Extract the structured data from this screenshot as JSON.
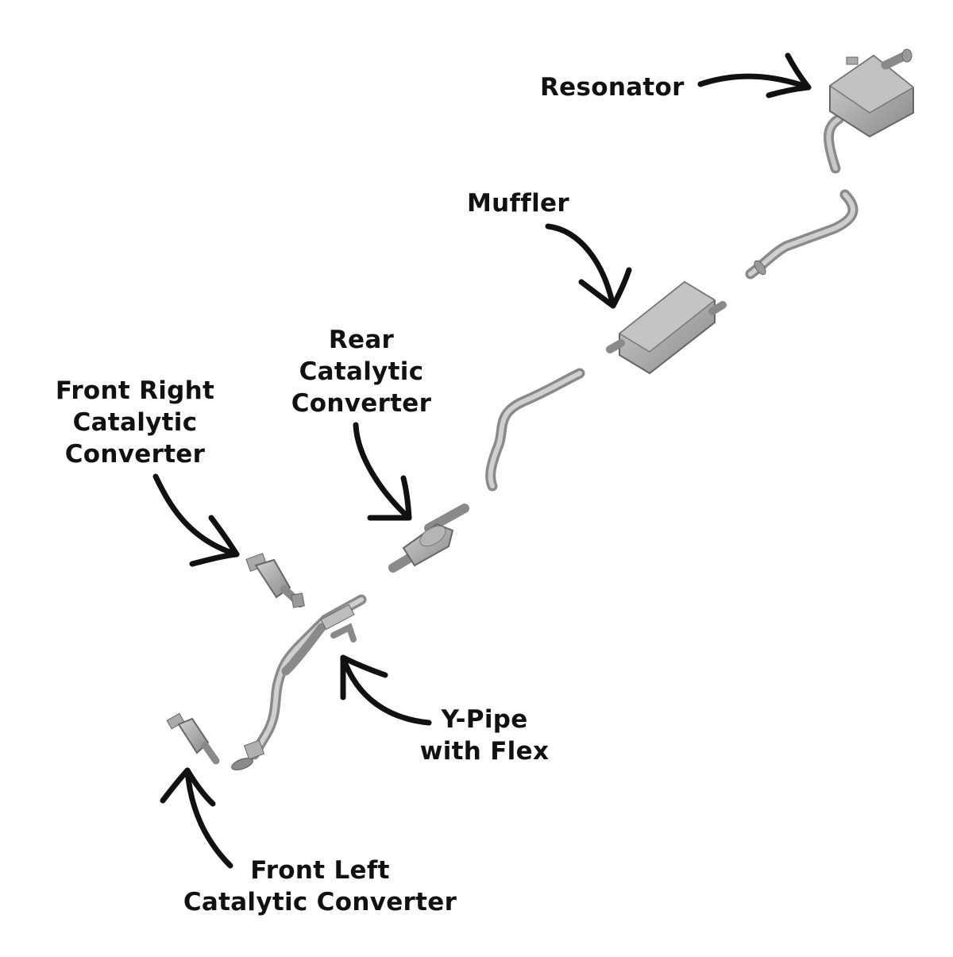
{
  "labels": {
    "resonator": "Resonator",
    "muffler": "Muffler",
    "rear_cat": [
      "Rear",
      "Catalytic",
      "Converter"
    ],
    "front_right_cat": [
      "Front Right",
      "Catalytic",
      "Converter"
    ],
    "y_pipe": [
      "Y-Pipe",
      "with Flex"
    ],
    "front_left_cat": [
      "Front Left",
      "Catalytic Converter"
    ]
  },
  "colors": {
    "background": "#ffffff",
    "text": "#111111",
    "arrow": "#111111",
    "metal_light": "#c9c9c9",
    "metal_mid": "#a3a3a3",
    "metal_dark": "#6e6e6e"
  }
}
